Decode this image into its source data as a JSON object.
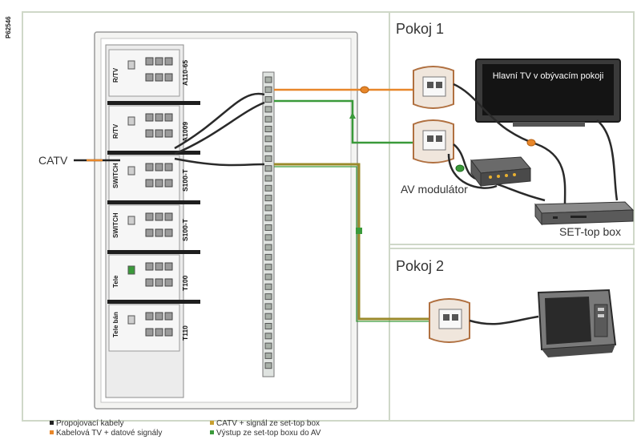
{
  "image_code": "P62546",
  "rooms": {
    "room1": "Pokoj 1",
    "room2": "Pokoj 2"
  },
  "labels": {
    "catv": "CATV",
    "av_modulator": "AV modulátor",
    "settop_box": "SET-top box",
    "tv_text": "Hlavní TV v obývacím pokoji"
  },
  "modules": [
    {
      "side": "R/TV",
      "code": "A110-65"
    },
    {
      "side": "R/TV",
      "code": "A1009"
    },
    {
      "side": "SWITCH",
      "code": "S100-T"
    },
    {
      "side": "SWITCH",
      "code": "S100-T"
    },
    {
      "side": "Tele",
      "code": "T100"
    },
    {
      "side": "Tele bán",
      "code": "T110"
    }
  ],
  "legend": [
    {
      "text": "Propojovací kabely",
      "color": "#222222"
    },
    {
      "text": "CATV + signál ze set-top box",
      "color": "#c8a030"
    },
    {
      "text": "Kabelová TV + datové signály",
      "color": "#e8872a"
    },
    {
      "text": "Výstup ze set-top boxu do AV",
      "color": "#3a9a3a"
    }
  ],
  "colors": {
    "orange": "#e8872a",
    "green": "#3a9a3a",
    "olive": "#9a8a2a",
    "black": "#222222",
    "panel_border": "#cfd8c8"
  }
}
